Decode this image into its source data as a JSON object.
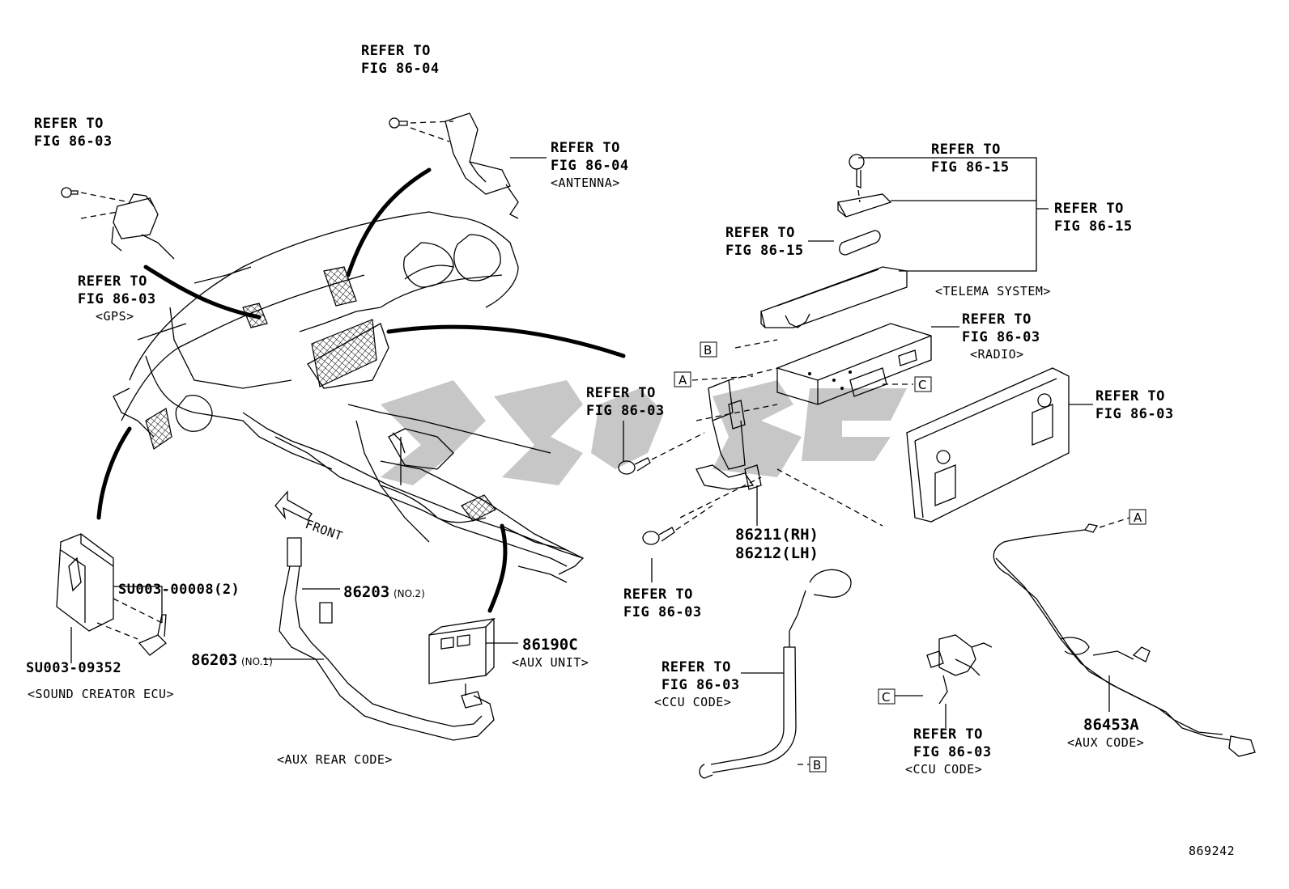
{
  "diagram_id": "869242",
  "labels": {
    "gps_ref_top": [
      "REFER TO",
      "FIG 86-03"
    ],
    "gps_ref_bottom": [
      "REFER TO",
      "FIG 86-03"
    ],
    "gps_name": "<GPS>",
    "antenna_ref_top": [
      "REFER TO",
      "FIG 86-04"
    ],
    "antenna_ref_side": [
      "REFER TO",
      "FIG 86-04"
    ],
    "antenna_name": "<ANTENNA>",
    "telema_ref_top": [
      "REFER TO",
      "FIG 86-15"
    ],
    "telema_ref_right": [
      "REFER TO",
      "FIG 86-15"
    ],
    "telema_ref_left": [
      "REFER TO",
      "FIG 86-15"
    ],
    "telema_name": "<TELEMA SYSTEM>",
    "radio_ref": [
      "REFER TO",
      "FIG 86-03"
    ],
    "radio_name": "<RADIO>",
    "panel_ref": [
      "REFER TO",
      "FIG 86-03"
    ],
    "screw_ref_upper": [
      "REFER TO",
      "FIG 86-03"
    ],
    "screw_ref_lower": [
      "REFER TO",
      "FIG 86-03"
    ],
    "bracket_pn": [
      "86211(RH)",
      "86212(LH)"
    ],
    "ccu_ref_left": [
      "REFER TO",
      "FIG 86-03"
    ],
    "ccu_name_left": "<CCU CODE>",
    "ccu_ref_right": [
      "REFER TO",
      "FIG 86-03"
    ],
    "ccu_name_right": "<CCU CODE>",
    "aux_code_pn": "86453A",
    "aux_code_name": "<AUX CODE>",
    "aux_unit_pn": "86190C",
    "aux_unit_name": "<AUX UNIT>",
    "rear_code_pn_no2": "86203",
    "rear_code_no2": "(NO.2)",
    "rear_code_pn_no1": "86203",
    "rear_code_no1": "(NO.1)",
    "rear_code_name": "<AUX REAR CODE>",
    "sound_bolt_pn": "SU003-00008(2)",
    "sound_ecu_pn": "SU003-09352",
    "sound_ecu_name": "<SOUND CREATOR ECU>",
    "front_arrow": "FRONT",
    "box_a": "A",
    "box_b": "B",
    "box_c": "C"
  }
}
